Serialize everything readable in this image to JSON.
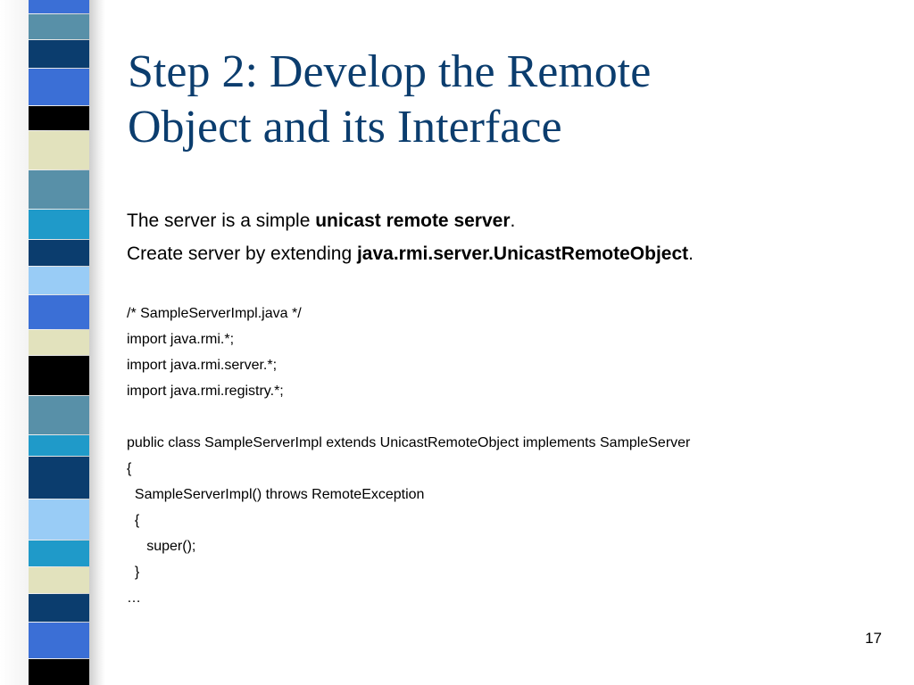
{
  "slide": {
    "title_line1": "Step 2: Develop the Remote",
    "title_line2": "Object and its Interface",
    "intro": [
      {
        "text": "The server is a simple ",
        "bold": "unicast remote server",
        "end": "."
      },
      {
        "text": "Create server by extending ",
        "bold": "java.rmi.server.UnicastRemoteObject",
        "end": "."
      }
    ],
    "code_lines": [
      "/* SampleServerImpl.java */",
      "import java.rmi.*;",
      "import java.rmi.server.*;",
      "import java.rmi.registry.*;",
      "",
      "public class SampleServerImpl extends UnicastRemoteObject implements SampleServer",
      "{",
      "  SampleServerImpl() throws RemoteException",
      "  {",
      "     super();",
      "  }",
      "…"
    ],
    "page_number": "17"
  },
  "theme": {
    "title_color": "#0b3d6e",
    "strip_colors": [
      "#3b6fd6",
      "#5890a8",
      "#0b3d6e",
      "#1f9ac9",
      "#e2e2bd",
      "#000000",
      "#99ccf6"
    ]
  }
}
